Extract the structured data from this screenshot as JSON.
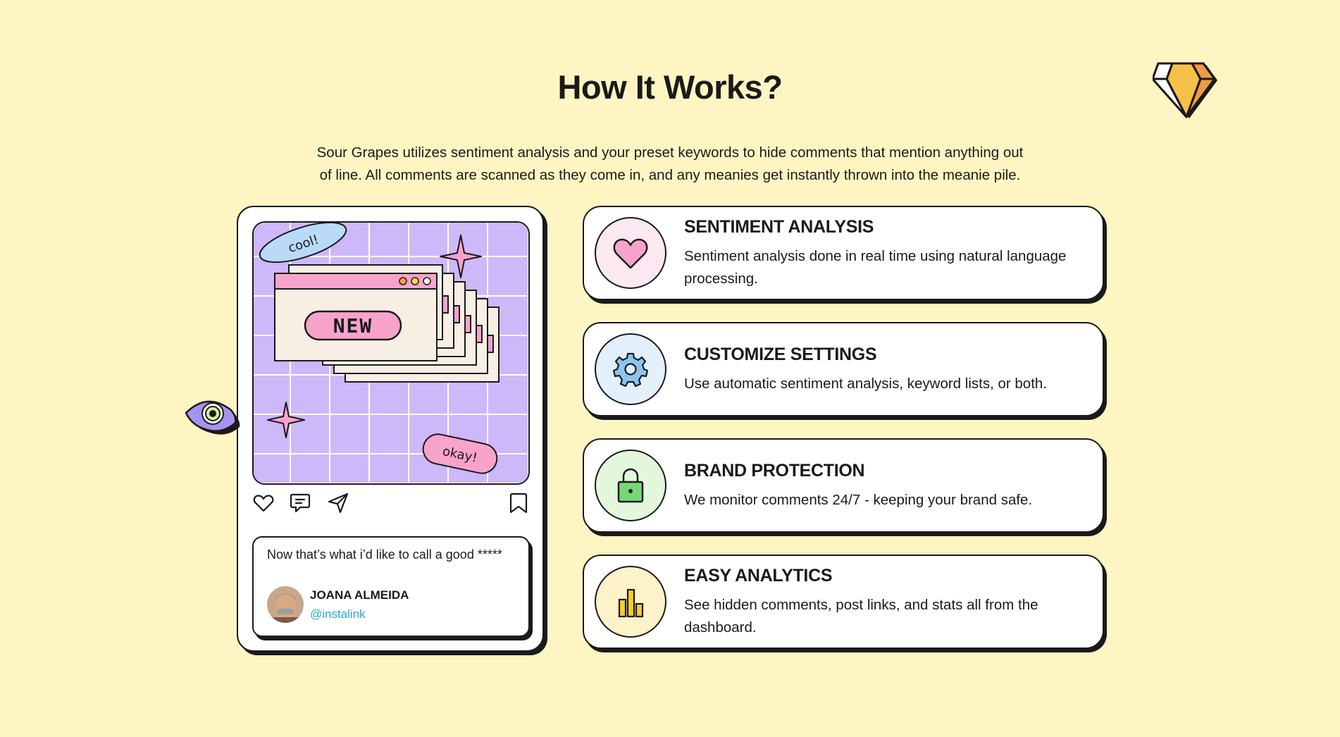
{
  "header": {
    "title": "How It Works?",
    "subtitle": "Sour Grapes utilizes sentiment analysis and your preset keywords to hide comments that mention anything out of line. All comments are scanned as they come in, and any meanies get instantly thrown into the meanie pile."
  },
  "post": {
    "stickers": {
      "cool": "cool!",
      "okay": "okay!",
      "new": "NEW"
    },
    "actions": [
      "heart-icon",
      "comment-icon",
      "send-icon",
      "bookmark-icon"
    ],
    "comment": {
      "text": "Now that’s what i’d like to call a good *****",
      "name": "JOANA ALMEIDA",
      "handle": "@instalink"
    }
  },
  "features": [
    {
      "title": "SENTIMENT ANALYSIS",
      "description": "Sentiment analysis done in real time using natural language processing.",
      "icon": "heart-icon",
      "color": "#FCE8F0"
    },
    {
      "title": "CUSTOMIZE SETTINGS",
      "description": "Use automatic sentiment analysis, keyword lists, or both.",
      "icon": "gear-icon",
      "color": "#E3F0FC"
    },
    {
      "title": "BRAND PROTECTION",
      "description": "We monitor comments 24/7 - keeping your brand safe.",
      "icon": "lock-icon",
      "color": "#E2F7DC"
    },
    {
      "title": "EASY ANALYTICS",
      "description": "See hidden comments, post links, and stats all from the dashboard.",
      "icon": "bar-chart-icon",
      "color": "#FDF2C8"
    }
  ],
  "colors": {
    "background": "#FDF6C3",
    "purple": "#CDB8F9",
    "pink": "#F7A3CC",
    "link": "#2AA7D8"
  }
}
